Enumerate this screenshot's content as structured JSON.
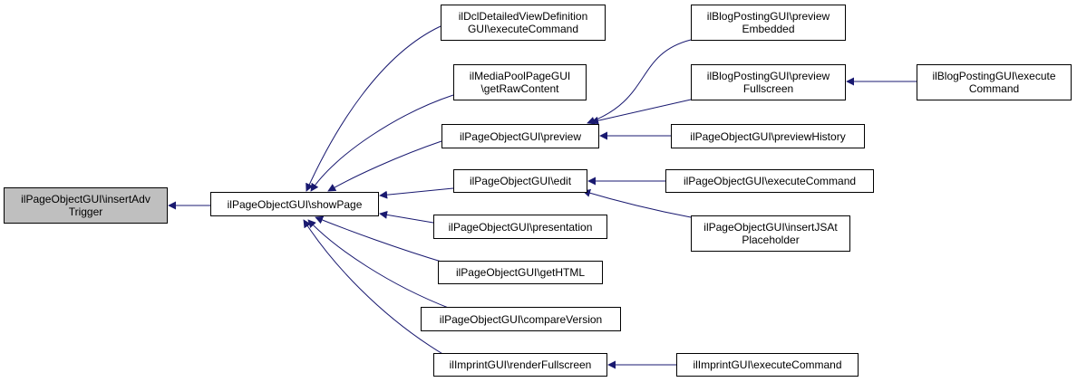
{
  "colors": {
    "edge": "#191970",
    "root_fill": "#bfbfbf",
    "node_fill": "#ffffff",
    "border": "#000000"
  },
  "nodes": {
    "insertAdvTrigger": {
      "lines": [
        "ilPageObjectGUI\\insertAdv",
        "Trigger"
      ]
    },
    "showPage": {
      "lines": [
        "ilPageObjectGUI\\showPage"
      ]
    },
    "dclExecute": {
      "lines": [
        "ilDclDetailedViewDefinition",
        "GUI\\executeCommand"
      ]
    },
    "mediaPool": {
      "lines": [
        "ilMediaPoolPageGUI",
        "\\getRawContent"
      ]
    },
    "preview": {
      "lines": [
        "ilPageObjectGUI\\preview"
      ]
    },
    "edit": {
      "lines": [
        "ilPageObjectGUI\\edit"
      ]
    },
    "presentation": {
      "lines": [
        "ilPageObjectGUI\\presentation"
      ]
    },
    "getHTML": {
      "lines": [
        "ilPageObjectGUI\\getHTML"
      ]
    },
    "compareVersion": {
      "lines": [
        "ilPageObjectGUI\\compareVersion"
      ]
    },
    "renderFullscreen": {
      "lines": [
        "ilImprintGUI\\renderFullscreen"
      ]
    },
    "blogEmbedded": {
      "lines": [
        "ilBlogPostingGUI\\preview",
        "Embedded"
      ]
    },
    "blogFullscreen": {
      "lines": [
        "ilBlogPostingGUI\\preview",
        "Fullscreen"
      ]
    },
    "previewHistory": {
      "lines": [
        "ilPageObjectGUI\\previewHistory"
      ]
    },
    "editExecute": {
      "lines": [
        "ilPageObjectGUI\\executeCommand"
      ]
    },
    "insertJSAt": {
      "lines": [
        "ilPageObjectGUI\\insertJSAt",
        "Placeholder"
      ]
    },
    "imprintExecute": {
      "lines": [
        "ilImprintGUI\\executeCommand"
      ]
    },
    "blogExecute": {
      "lines": [
        "ilBlogPostingGUI\\execute",
        "Command"
      ]
    }
  }
}
